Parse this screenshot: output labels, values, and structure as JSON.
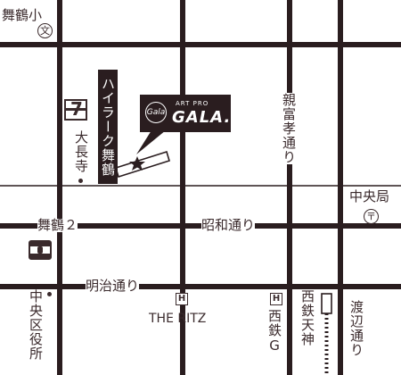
{
  "labels": {
    "maizuru_elementary": "舞鶴小",
    "school_symbol": "文",
    "hilark": "ハイラーク舞鶴",
    "gala_small": "ART PRO",
    "gala_big": "GALA.",
    "gala_logo": "Gala",
    "daichoji": "大長寺",
    "oyafuko": "親富孝通り",
    "chuo_post": "中央局",
    "post_symbol": "〒",
    "maizuru2": "舞鶴２",
    "showa": "昭和通り",
    "meiji": "明治通り",
    "ritz": "THE RITZ",
    "hotel": "H",
    "nishitetsu_g": "西鉄G",
    "nishitetsu_tenjin": "西鉄天神",
    "watanabe": "渡辺通り",
    "chuo_ward": "中央区役所",
    "seven_eleven_num": "7",
    "lawson": "LAWSON"
  },
  "icons": {
    "school": "school-icon",
    "post_office": "post-office-icon",
    "hotel": "hotel-icon",
    "convenience_store_711": "seven-eleven-icon",
    "convenience_store_lawson": "lawson-icon",
    "destination": "star-icon"
  },
  "colors": {
    "road": "#2a1d1f",
    "text": "#3a2a2c",
    "background": "#ffffff"
  }
}
